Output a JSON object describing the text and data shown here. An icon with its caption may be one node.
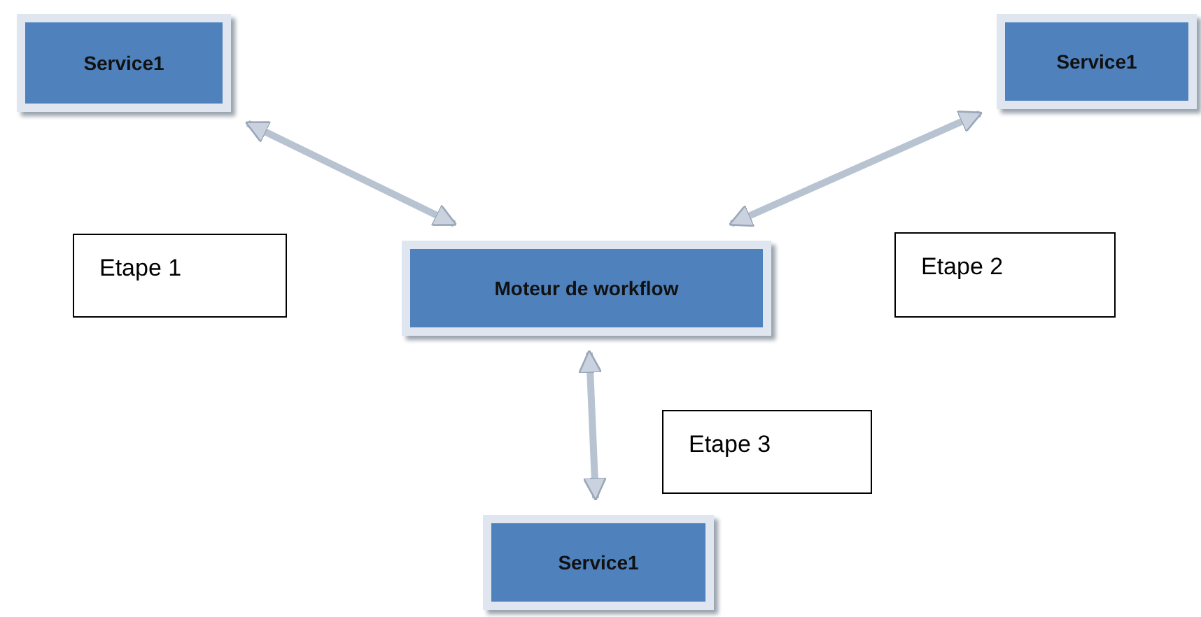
{
  "diagram": {
    "nodes": [
      {
        "text": [
          "Service1"
        ]
      },
      {
        "text": [
          "Service1"
        ]
      },
      {
        "text": [
          "Moteur de workflow"
        ]
      },
      {
        "text": [
          "Service1"
        ]
      },
      {
        "text": [
          "Etape 1"
        ]
      },
      {
        "text": [
          "Etape 2"
        ]
      },
      {
        "text": [
          "Etape 3"
        ]
      }
    ],
    "edges": [
      {
        "from": 0,
        "to": 2,
        "arrow": "both"
      },
      {
        "from": 1,
        "to": 2,
        "arrow": "both"
      },
      {
        "from": 2,
        "to": 3,
        "arrow": "both"
      }
    ]
  }
}
